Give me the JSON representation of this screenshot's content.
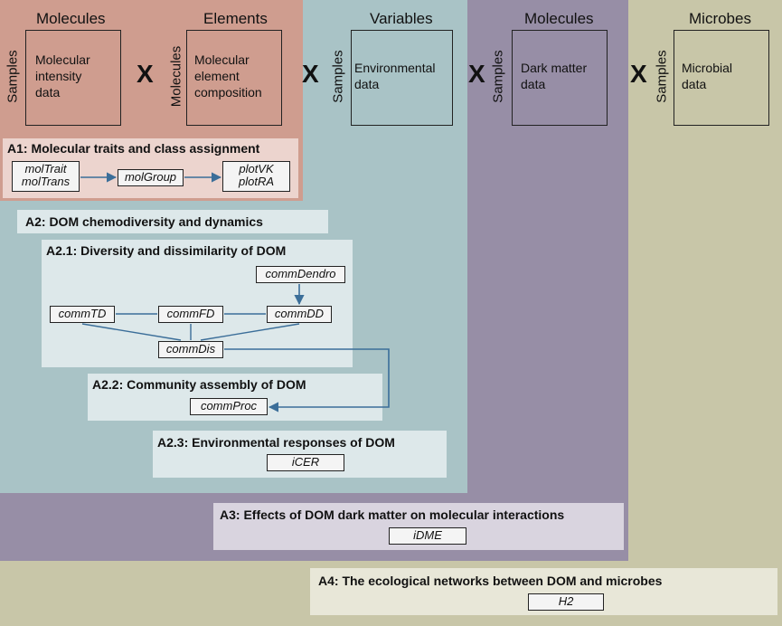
{
  "columns": [
    {
      "header": "Molecules",
      "axis": "Samples",
      "matrix_lines": [
        "Molecular",
        "intensity",
        "data"
      ]
    },
    {
      "header": "Elements",
      "axis": "Molecules",
      "matrix_lines": [
        "Molecular",
        "element",
        "composition"
      ]
    },
    {
      "header": "Variables",
      "axis": "Samples",
      "matrix_lines": [
        "Environmental",
        "data"
      ]
    },
    {
      "header": "Molecules",
      "axis": "Samples",
      "matrix_lines": [
        "Dark matter",
        "data"
      ]
    },
    {
      "header": "Microbes",
      "axis": "Samples",
      "matrix_lines": [
        "Microbial",
        "data"
      ]
    }
  ],
  "operator": "X",
  "panels": {
    "a1": {
      "title": "A1: Molecular traits and class assignment",
      "fn_left": [
        "molTrait",
        "molTrans"
      ],
      "fn_mid": "molGroup",
      "fn_right": [
        "plotVK",
        "plotRA"
      ]
    },
    "a2": {
      "title": "A2: DOM chemodiversity and dynamics"
    },
    "a21": {
      "title": "A2.1: Diversity and dissimilarity of DOM",
      "fn_dendro": "commDendro",
      "fn_td": "commTD",
      "fn_fd": "commFD",
      "fn_dd": "commDD",
      "fn_dis": "commDis"
    },
    "a22": {
      "title": "A2.2: Community assembly of DOM",
      "fn_proc": "commProc"
    },
    "a23": {
      "title": "A2.3: Environmental responses of DOM",
      "fn_icer": "iCER"
    },
    "a3": {
      "title": "A3: Effects of DOM dark matter on molecular interactions",
      "fn_idme": "iDME"
    },
    "a4": {
      "title": "A4: The ecological networks between DOM and microbes",
      "fn_h2": "H2"
    }
  },
  "colors": {
    "molecules_bg": "#cf9d8f",
    "environment_bg": "#a9c3c6",
    "darkmatter_bg": "#978ea6",
    "microbes_bg": "#c8c6a8",
    "panel_a1": "#ecd4ce",
    "panel_light": "#dde8ea",
    "panel_a3": "#d9d4df",
    "panel_a4": "#e8e7d8",
    "arrow": "#3b6e99"
  }
}
